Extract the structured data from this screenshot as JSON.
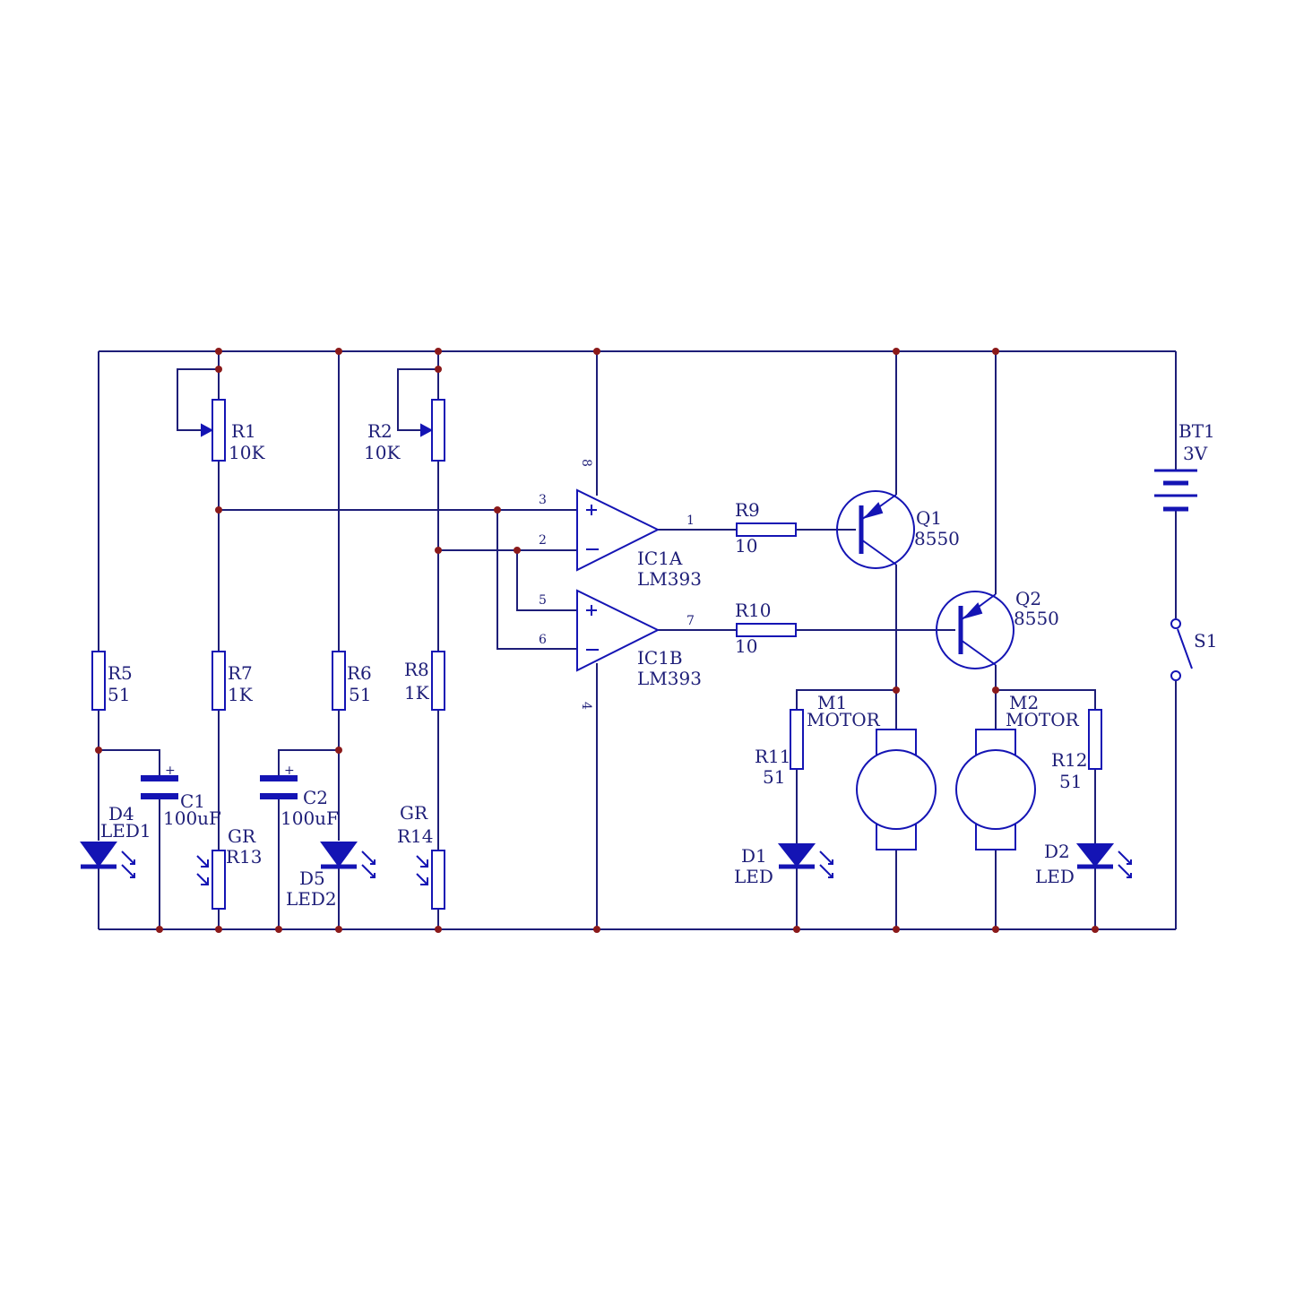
{
  "colors": {
    "wire": "#1e1e78",
    "component": "#1414b4",
    "junction": "#8b1a1a",
    "background": "#ffffff"
  },
  "components": {
    "r1": {
      "ref": "R1",
      "value": "10K"
    },
    "r2": {
      "ref": "R2",
      "value": "10K"
    },
    "r5": {
      "ref": "R5",
      "value": "51"
    },
    "r6": {
      "ref": "R6",
      "value": "51"
    },
    "r7": {
      "ref": "R7",
      "value": "1K"
    },
    "r8": {
      "ref": "R8",
      "value": "1K"
    },
    "r9": {
      "ref": "R9",
      "value": "10"
    },
    "r10": {
      "ref": "R10",
      "value": "10"
    },
    "r11": {
      "ref": "R11",
      "value": "51"
    },
    "r12": {
      "ref": "R12",
      "value": "51"
    },
    "r13": {
      "type": "GR",
      "ref": "R13"
    },
    "r14": {
      "type": "GR",
      "ref": "R14"
    },
    "c1": {
      "ref": "C1",
      "value": "100uF",
      "polarity": "+"
    },
    "c2": {
      "ref": "C2",
      "value": "100uF",
      "polarity": "+"
    },
    "d1": {
      "ref": "D1",
      "value": "LED"
    },
    "d2": {
      "ref": "D2",
      "value": "LED"
    },
    "d4": {
      "ref": "D4",
      "value": "LED1"
    },
    "d5": {
      "ref": "D5",
      "value": "LED2"
    },
    "q1": {
      "ref": "Q1",
      "value": "8550"
    },
    "q2": {
      "ref": "Q2",
      "value": "8550"
    },
    "ic1a": {
      "ref": "IC1A",
      "value": "LM393",
      "pins": {
        "in_plus": "3",
        "in_minus": "2",
        "out": "1",
        "vcc": "8"
      }
    },
    "ic1b": {
      "ref": "IC1B",
      "value": "LM393",
      "pins": {
        "in_plus": "5",
        "in_minus": "6",
        "out": "7",
        "gnd": "4"
      }
    },
    "m1": {
      "ref": "M1",
      "value": "MOTOR"
    },
    "m2": {
      "ref": "M2",
      "value": "MOTOR"
    },
    "bt1": {
      "ref": "BT1",
      "value": "3V"
    },
    "s1": {
      "ref": "S1"
    }
  }
}
